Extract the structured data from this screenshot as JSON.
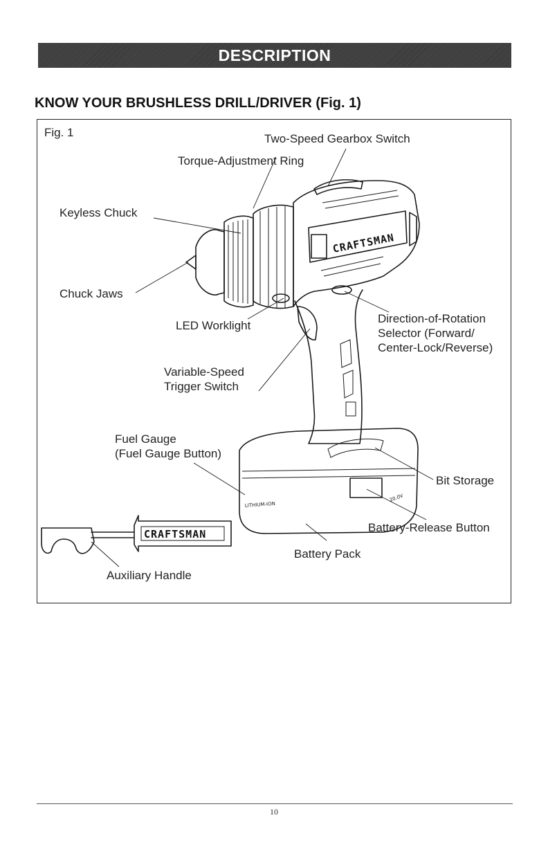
{
  "section": {
    "title": "DESCRIPTION"
  },
  "heading": "KNOW YOUR BRUSHLESS DRILL/DRIVER (Fig. 1)",
  "figure": {
    "caption": "Fig. 1",
    "brand_tool": "CRAFTSMAN",
    "brand_handle": "CRAFTSMAN",
    "battery_text": "LITHIUM-ION",
    "battery_voltage": "20.0V",
    "labels": {
      "two_speed": "Two-Speed Gearbox Switch",
      "torque_ring": "Torque-Adjustment Ring",
      "keyless_chuck": "Keyless Chuck",
      "chuck_jaws": "Chuck Jaws",
      "led_worklight": "LED Worklight",
      "direction_1": "Direction-of-Rotation",
      "direction_2": "Selector (Forward/",
      "direction_3": "Center-Lock/Reverse)",
      "trigger_1": "Variable-Speed",
      "trigger_2": "Trigger Switch",
      "fuel_1": "Fuel Gauge",
      "fuel_2": "(Fuel Gauge Button)",
      "bit_storage": "Bit Storage",
      "battery_release": "Battery-Release Button",
      "battery_pack": "Battery Pack",
      "aux_handle": "Auxiliary Handle"
    }
  },
  "footer": {
    "page_number": "10"
  }
}
